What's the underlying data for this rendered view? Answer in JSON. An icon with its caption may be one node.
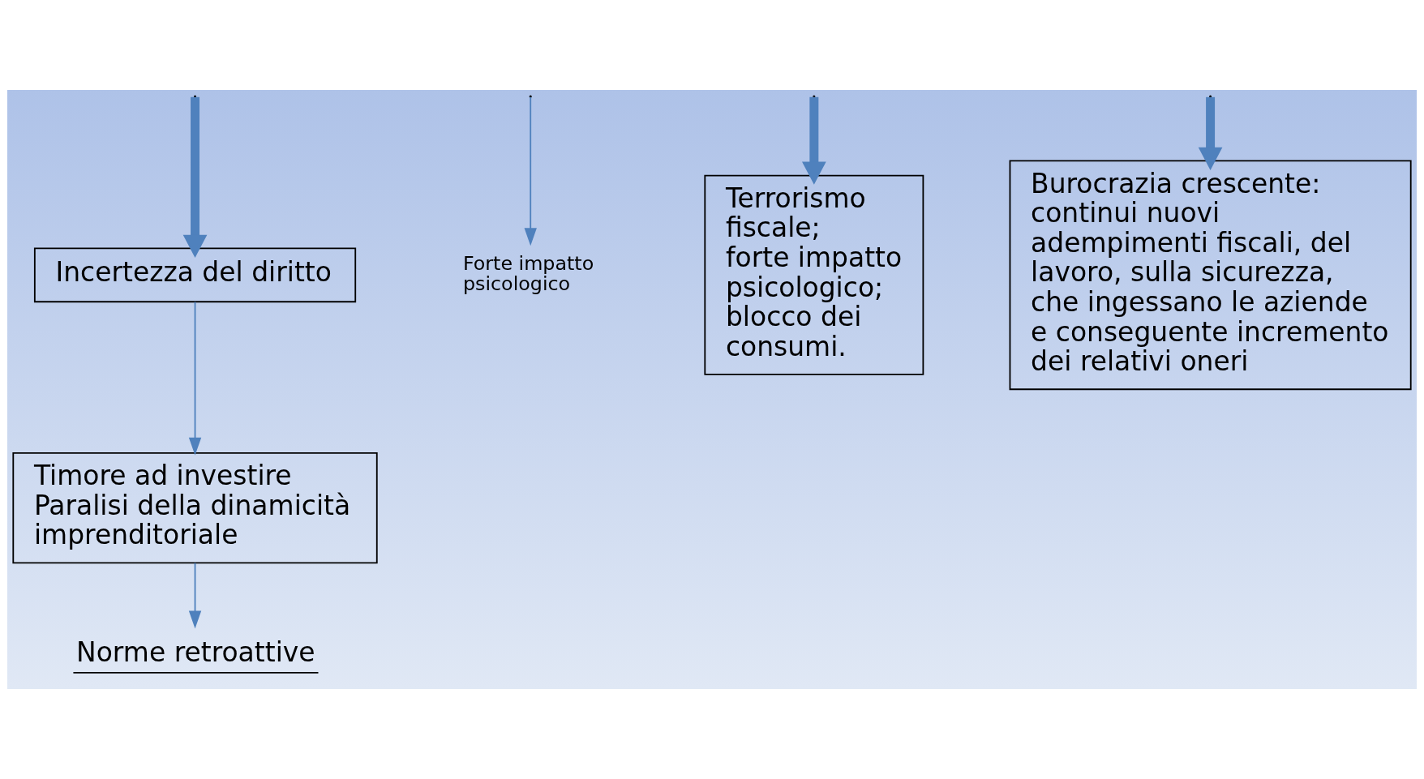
{
  "diagram": {
    "nodes": [
      {
        "text": [
          "Incertezza del diritto"
        ]
      },
      {
        "text": [
          "Timore ad investire",
          "Paralisi della dinamicità imprenditoriale"
        ]
      },
      {
        "text": [
          "Forte impatto psicologico"
        ]
      },
      {
        "text": [
          "Norme retroattive"
        ]
      },
      {
        "text": [
          "Terrorismo fiscale;",
          "forte impatto psicologico;",
          "blocco dei consumi."
        ]
      },
      {
        "text": [
          "Burocrazia crescente:",
          "continui nuovi adempimenti fiscali, del lavoro, sulla sicurezza, che ingessano le aziende e conseguente incremento dei relativi oneri"
        ]
      }
    ],
    "edges": [
      {
        "from": null,
        "to": 0,
        "arrow": "to",
        "style": "thick"
      },
      {
        "from": 0,
        "to": 1,
        "arrow": "to"
      },
      {
        "from": null,
        "to": 2,
        "arrow": "to"
      },
      {
        "from": 1,
        "to": 3,
        "arrow": "to"
      },
      {
        "from": null,
        "to": 4,
        "arrow": "to",
        "style": "thick"
      },
      {
        "from": null,
        "to": 5,
        "arrow": "to",
        "style": "thick"
      }
    ]
  }
}
